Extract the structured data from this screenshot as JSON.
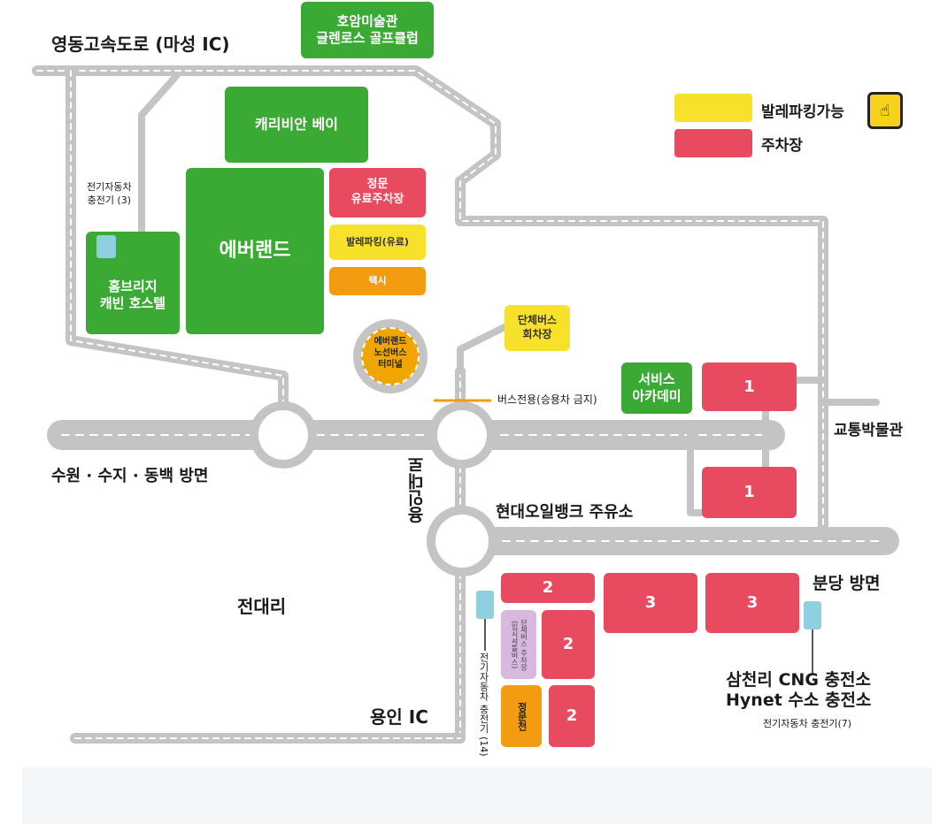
{
  "labels": {
    "yeongdong": "영동고속도로 (마성 IC)",
    "suwon": "수원 · 수지 · 동백 방면",
    "jeondae": "전대리",
    "yongin_ic": "용인 IC",
    "hyundai_oil": "현대오일뱅크 주유소",
    "bundang": "분당 방면",
    "museum": "교통박물관",
    "bus_only": "버스전용(승용차 금지)",
    "yongin_road": "용인대로",
    "ev_charger_3": "전기자동차\n충전기 (3)",
    "ev_charger_14": "전기자동차 충전기 (14)",
    "samchully": "삼천리 CNG 충전소\nHynet 수소 충전소",
    "ev_charger_7": "전기자동차 충전기(7)"
  },
  "legend": {
    "valet": "발레파킹가능",
    "parking": "주차장"
  },
  "places": {
    "hoam": "호암미술관\n글렌로스 골프클럽",
    "caribbean": "캐리비안 베이",
    "everland": "에버랜드",
    "home_brs": "홈브리지\n캐빈 호스텔",
    "main_gate": "정문\n유료주차장",
    "valet_paid": "발레파킹(유료)",
    "taxi": "택시",
    "bus_terminal": "에버랜드\n노선버스\n터미널",
    "group_bus": "단체버스\n회차장",
    "service_academy": "서비스\n아카데미",
    "group_bus_parking": "단체버스 주차장\n(임시셔틀버스)",
    "staff_lot": "정문천"
  },
  "parking_lots": {
    "lot1a": "1",
    "lot1b": "1",
    "lot2a": "2",
    "lot2b": "2",
    "lot2c": "2",
    "lot3a": "3",
    "lot3b": "3"
  },
  "colors": {
    "road": "#c4c4c4",
    "green": "#3aaa35",
    "red": "#e84a5f",
    "yellow": "#f7e12a",
    "orange": "#f39c12",
    "bus_line": "#f39c12"
  }
}
